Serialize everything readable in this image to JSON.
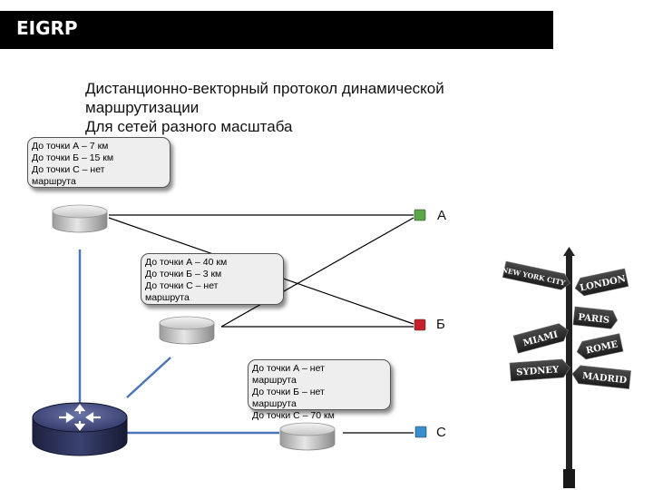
{
  "slide": {
    "title": "EIGRP",
    "subtitle_lines": [
      "Дистанционно-векторный протокол динамической",
      "маршрутизации",
      "Для сетей разного масштаба"
    ]
  },
  "callouts": {
    "top": [
      "До точки А – 7 км",
      "До точки Б – 15 км",
      "До точки С – нет маршрута"
    ],
    "middle": [
      "До точки А – 40 км",
      "До точки Б – 3 км",
      "До точки С – нет маршрута"
    ],
    "bottom": [
      "До точки А – нет маршрута",
      "До точки Б – нет маршрута",
      "До точки С – 70 км"
    ]
  },
  "points": {
    "a": {
      "label": "А",
      "color": "#5aa846"
    },
    "b": {
      "label": "Б",
      "color": "#c8202a"
    },
    "c": {
      "label": "С",
      "color": "#3a8fd0"
    }
  },
  "signpost": {
    "signs": [
      "NEW YORK CITY",
      "LONDON",
      "PARIS",
      "MIAMI",
      "ROME",
      "SYDNEY",
      "MADRID"
    ]
  },
  "icons": {
    "router": "router-icon",
    "node": "node-cylinder-icon"
  },
  "colors": {
    "link_line": "#4a76b6",
    "title_bg": "#000000",
    "callout_bg": "#eeeeee"
  }
}
